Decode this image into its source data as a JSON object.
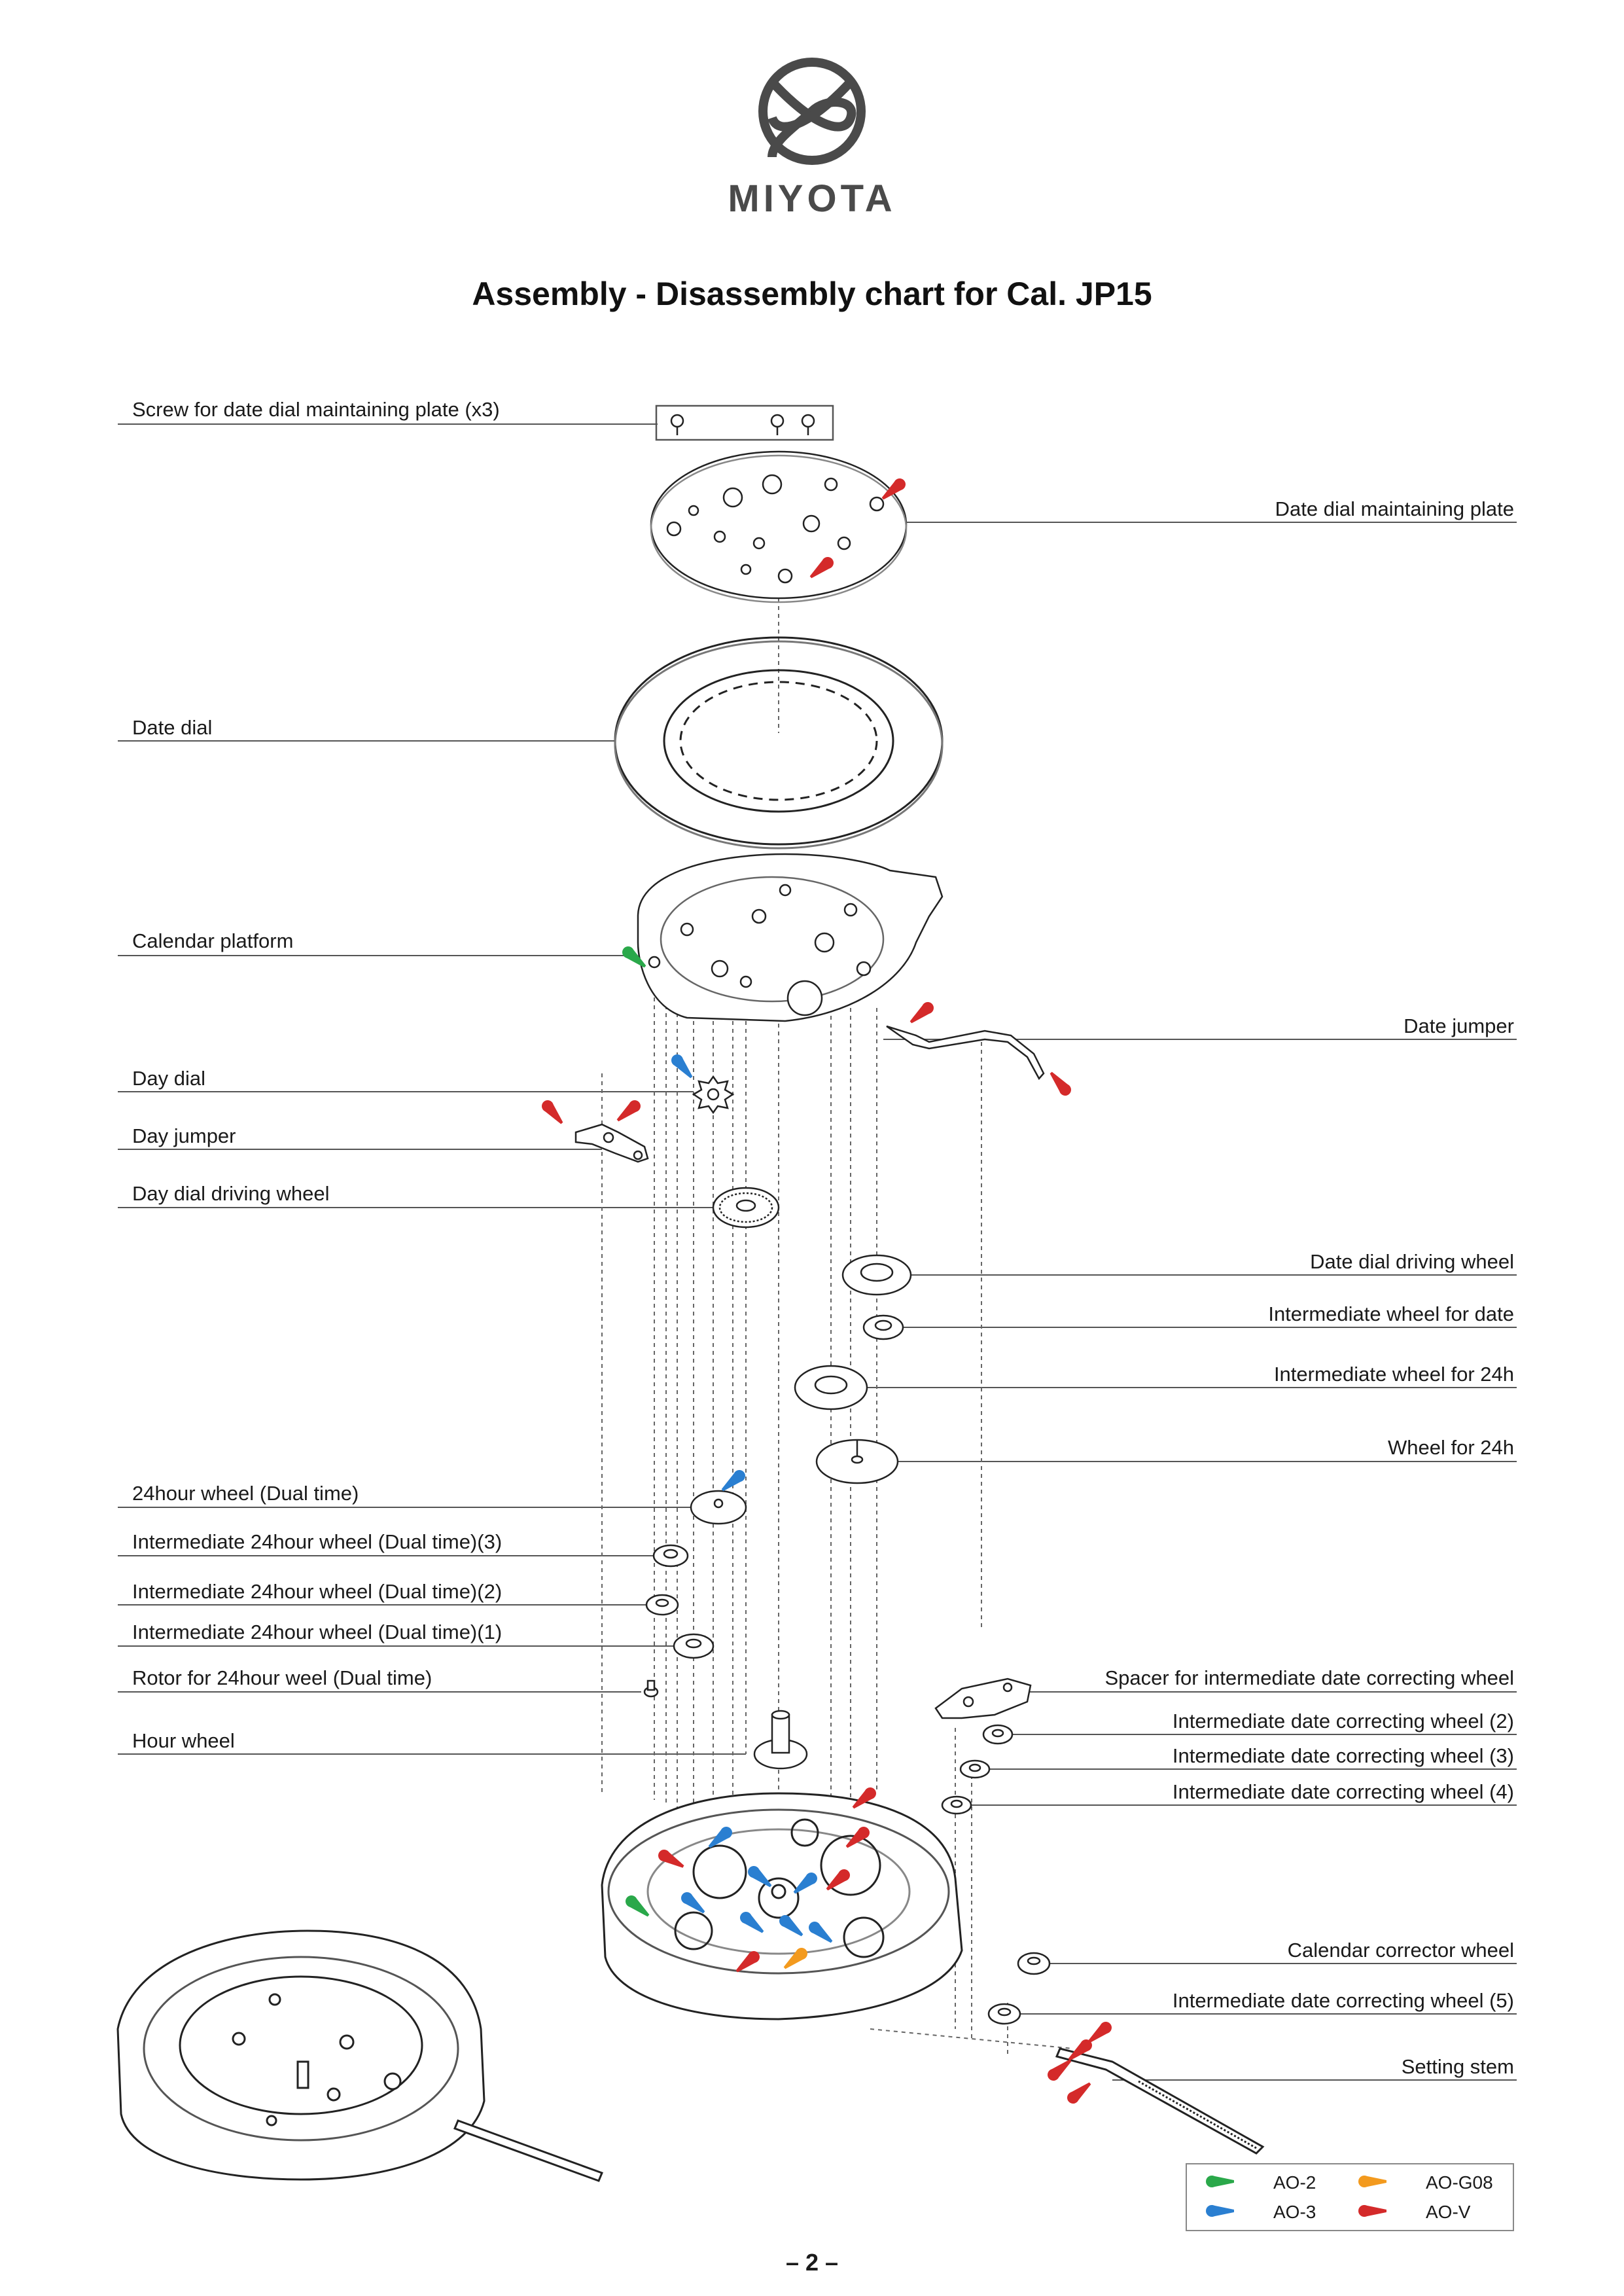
{
  "brand": {
    "name": "MIYOTA",
    "logo_icon": "miyota-logo-icon"
  },
  "title": "Assembly - Disassembly chart for Cal. JP15",
  "labels": {
    "screw_date_plate": "Screw for date dial maintaining plate (x3)",
    "date_dial_maintaining_plate": "Date dial maintaining plate",
    "date_dial": "Date dial",
    "calendar_platform": "Calendar platform",
    "date_jumper": "Date jumper",
    "day_dial": "Day dial",
    "day_jumper": "Day jumper",
    "day_dial_driving_wheel": "Day dial driving wheel",
    "date_dial_driving_wheel": "Date dial driving wheel",
    "intermediate_wheel_date": "Intermediate wheel for date",
    "intermediate_wheel_24h": "Intermediate wheel for 24h",
    "wheel_24h": "Wheel for 24h",
    "hour24_wheel_dual": "24hour wheel  (Dual time)",
    "inter24_3": "Intermediate 24hour wheel (Dual time)(3)",
    "inter24_2": "Intermediate 24hour wheel (Dual time)(2)",
    "inter24_1": "Intermediate 24hour wheel (Dual time)(1)",
    "rotor_24h": "Rotor for 24hour weel (Dual time)",
    "hour_wheel": "Hour wheel",
    "spacer_idcw": "Spacer for intermediate date correcting wheel",
    "idcw2": "Intermediate date correcting wheel (2)",
    "idcw3": "Intermediate date correcting wheel (3)",
    "idcw4": "Intermediate date correcting wheel (4)",
    "calendar_corrector_wheel": "Calendar corrector wheel",
    "idcw5": "Intermediate date correcting wheel (5)",
    "setting_stem": "Setting stem"
  },
  "legend": {
    "items": [
      {
        "label": "AO-2",
        "color": "#2aa84a"
      },
      {
        "label": "AO-G08",
        "color": "#f39a1e"
      },
      {
        "label": "AO-3",
        "color": "#2a7fd1"
      },
      {
        "label": "AO-V",
        "color": "#d42a2a"
      }
    ]
  },
  "page_number": "– 2 –"
}
